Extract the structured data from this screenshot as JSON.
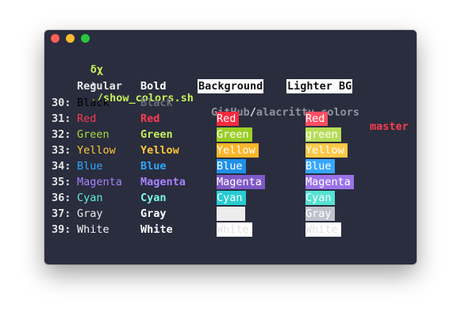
{
  "window": {
    "buttons": [
      "close",
      "minimize",
      "maximize"
    ]
  },
  "prompt": {
    "symbol": "δχ",
    "arrow": "›",
    "command": "./show_colors.sh",
    "dir_prefix": "GitHub",
    "dir_sep": "/",
    "dir_name": "alacritty_colors",
    "branch": "master"
  },
  "headers": {
    "regular": "Regular",
    "bold": "Bold",
    "background": "Background",
    "lighter_bg": "Lighter BG"
  },
  "rows": [
    {
      "num": "30:",
      "regular": "Black",
      "bold": "Black",
      "bg_text": "",
      "lbg_text": "",
      "fg": "#000000",
      "bold_fg": "#6b6e7a",
      "bg": "",
      "lbg": ""
    },
    {
      "num": "31:",
      "regular": "Red",
      "bold": "Red",
      "bg_text": "Red",
      "lbg_text": "Red",
      "fg": "#ff3b4f",
      "bold_fg": "#ff3b4f",
      "bg": "#f52a3d",
      "lbg": "#ff4e63"
    },
    {
      "num": "32:",
      "regular": "Green",
      "bold": "Green",
      "bg_text": "Green",
      "lbg_text": "green",
      "fg": "#a8dc3c",
      "bold_fg": "#c7f05a",
      "bg": "#9bcd26",
      "lbg": "#b6dd57"
    },
    {
      "num": "33:",
      "regular": "Yellow",
      "bold": "Yellow",
      "bg_text": "Yellow",
      "lbg_text": "Yellow",
      "fg": "#ffc63a",
      "bold_fg": "#ffc63a",
      "bg": "#fdb52a",
      "lbg": "#ffc845"
    },
    {
      "num": "34:",
      "regular": "Blue",
      "bold": "Blue",
      "bg_text": "Blue",
      "lbg_text": "Blue",
      "fg": "#2da8ff",
      "bold_fg": "#2da8ff",
      "bg": "#1e90e8",
      "lbg": "#37a7ff"
    },
    {
      "num": "35:",
      "regular": "Magenta",
      "bold": "Magenta",
      "bg_text": "Magenta",
      "lbg_text": "Magenta",
      "fg": "#a883ff",
      "bold_fg": "#a883ff",
      "bg": "#7f59c7",
      "lbg": "#9b72ea"
    },
    {
      "num": "36:",
      "regular": "Cyan",
      "bold": "Cyan",
      "bg_text": "Cyan",
      "lbg_text": "Cyan",
      "fg": "#5ef0dc",
      "bold_fg": "#7af7e6",
      "bg": "#27ccd1",
      "lbg": "#55e3d3"
    },
    {
      "num": "37:",
      "regular": "Gray",
      "bold": "Gray",
      "bg_text": "",
      "lbg_text": "Gray",
      "fg": "#e8e8e8",
      "bold_fg": "#ffffff",
      "bg": "#ececec",
      "lbg": "#bfc2cc"
    },
    {
      "num": "39:",
      "regular": "White",
      "bold": "White",
      "bg_text": "White",
      "lbg_text": "White",
      "fg": "#f6f6f6",
      "bold_fg": "#ffffff",
      "bg": "#ffffff",
      "lbg": "#ffffff"
    }
  ],
  "colors": {
    "window_bg": "#2a2d3e",
    "black_text": "#000000",
    "light_text": "#ffffff",
    "white_bg_text": "#e2e2e2"
  }
}
